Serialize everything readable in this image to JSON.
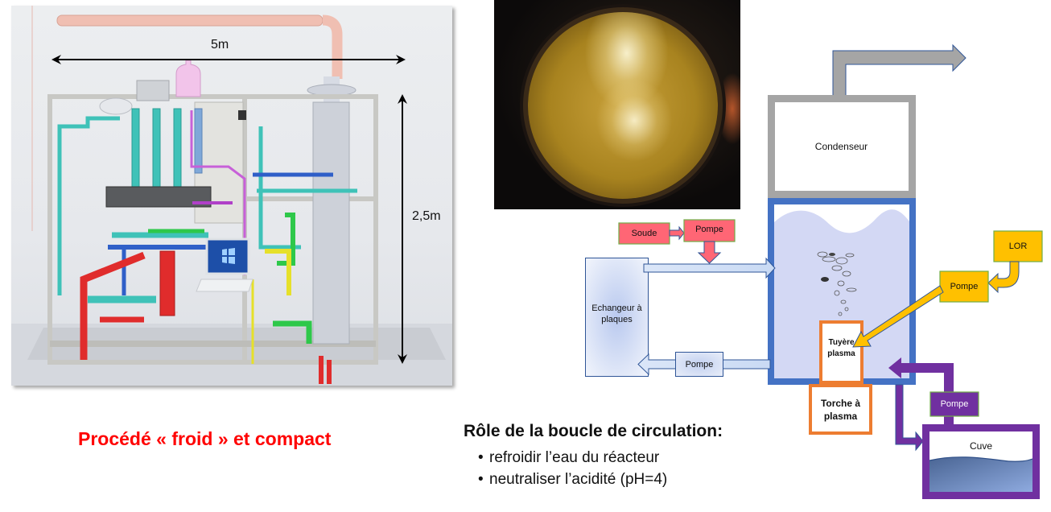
{
  "render": {
    "width_label": "5m",
    "height_label": "2,5m"
  },
  "caption": {
    "title": "Procédé « froid » et compact",
    "color": "#ff0000"
  },
  "role": {
    "title": "Rôle de la boucle de circulation:",
    "items": [
      {
        "bullet": "•",
        "text": "refroidir l’eau du réacteur"
      },
      {
        "bullet": "•",
        "text": "neutraliser l’acidité (pH=4)"
      }
    ]
  },
  "diagram": {
    "condenser": {
      "label": "Condenseur",
      "color": "#a5a5a5"
    },
    "reactor": {
      "border_color": "#4472c4",
      "water_color": "#d3d8f4"
    },
    "nozzle": {
      "label_line1": "Tuyère",
      "label_line2": "plasma",
      "border_color": "#ed7d31"
    },
    "torch": {
      "label_line1": "Torche à",
      "label_line2": "plasma",
      "border_color": "#ed7d31"
    },
    "exchanger": {
      "label_line1": "Echangeur à",
      "label_line2": "plaques"
    },
    "loop_pump": {
      "label": "Pompe"
    },
    "soda": {
      "label": "Soude",
      "color": "#ff6675"
    },
    "soda_pump": {
      "label": "Pompe",
      "color": "#ff6675"
    },
    "lor": {
      "label": "LOR",
      "color": "#ffc000"
    },
    "lor_pump": {
      "label": "Pompe",
      "color": "#ffc000"
    },
    "tank": {
      "label": "Cuve",
      "border_color": "#7030a0"
    },
    "tank_pump": {
      "label": "Pompe",
      "color": "#7030a0"
    }
  }
}
